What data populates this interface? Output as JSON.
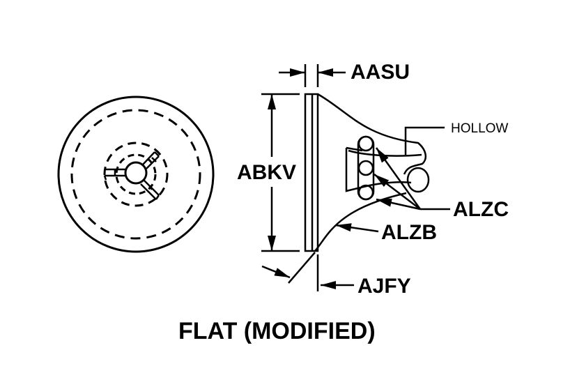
{
  "labels": {
    "aasu": "AASU",
    "abkv": "ABKV",
    "hollow": "HOLLOW",
    "alzc": "ALZC",
    "alzb": "ALZB",
    "ajfy": "AJFY"
  },
  "title": "FLAT (MODIFIED)",
  "colors": {
    "line": "#000000",
    "background": "#ffffff"
  }
}
